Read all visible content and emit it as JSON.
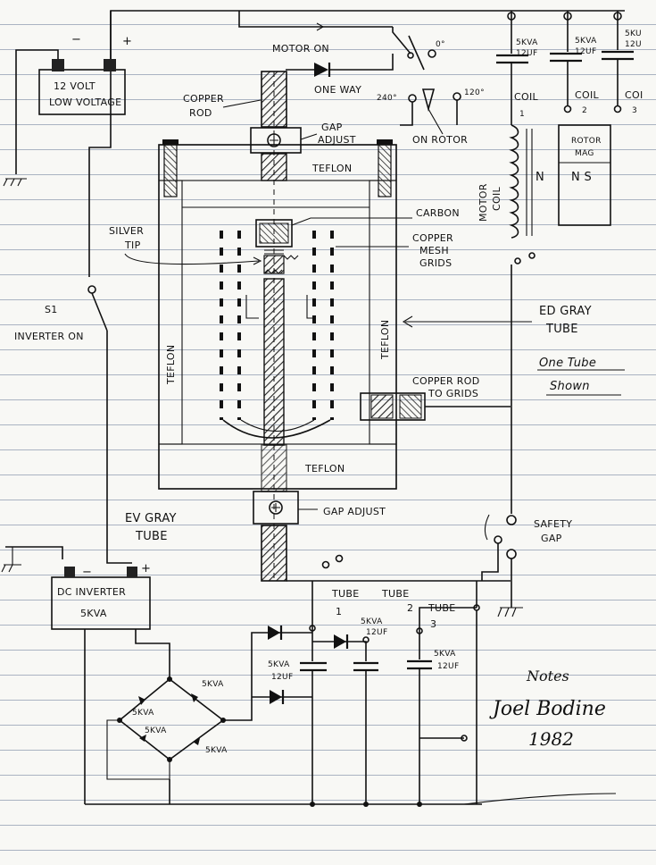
{
  "labels": {
    "minus_top": "−",
    "plus_top": "+",
    "battery_line1": "12 VOLT",
    "battery_line2": "LOW VOLTAGE",
    "motor_on": "MOTOR ON",
    "one_way": "ONE WAY",
    "deg0": "0°",
    "deg240": "240°",
    "deg120": "120°",
    "on_rotor": "ON ROTOR",
    "copper_rod_1": "COPPER",
    "copper_rod_2": "ROD",
    "gap_adjust_top_1": "GAP",
    "gap_adjust_top_2": "ADJUST",
    "teflon_top": "TEFLON",
    "carbon": "CARBON",
    "silver_tip_1": "SILVER",
    "silver_tip_2": "TIP",
    "copper_mesh_1": "COPPER",
    "copper_mesh_2": "MESH",
    "copper_mesh_3": "GRIDS",
    "s1": "S1",
    "inverter_on": "INVERTER ON",
    "teflon_left": "TEFLON",
    "teflon_right": "TEFLON",
    "ed_gray_1": "ED GRAY",
    "ed_gray_2": "TUBE",
    "one_tube_1": "One Tube",
    "one_tube_2": "Shown",
    "copper_rod_grids_1": "COPPER ROD",
    "copper_rod_grids_2": "TO GRIDS",
    "teflon_bottom": "TEFLON",
    "ev_gray_1": "EV GRAY",
    "ev_gray_2": "TUBE",
    "gap_adjust_bottom": "GAP ADJUST",
    "safety_gap_1": "SAFETY",
    "safety_gap_2": "GAP",
    "cap1_1": "5KVA",
    "cap1_2": "12UF",
    "cap2_1": "5KVA",
    "cap2_2": "12UF",
    "cap3_1": "5KU",
    "cap3_2": "12U",
    "coil1_1": "COIL",
    "coil1_2": "1",
    "coil2_1": "COIL",
    "coil2_2": "2",
    "coil3_1": "COI",
    "coil3_2": "3",
    "rotor_mag_1": "ROTOR",
    "rotor_mag_2": "MAG",
    "n": "N",
    "ns": "N S",
    "motor_coil_1": "MOTOR",
    "motor_coil_2": "COIL",
    "minus_bottom": "−",
    "plus_bottom": "+",
    "dc_inverter_1": "DC INVERTER",
    "dc_inverter_2": "5KVA",
    "tube1_1": "TUBE",
    "tube1_2": "1",
    "tube2_1": "TUBE",
    "tube2_2": "2",
    "tube3_1": "TUBE",
    "tube3_2": "3",
    "cap_t2_1": "5KVA",
    "cap_t2_2": "12UF",
    "cap_t1_1": "5KVA",
    "cap_t1_2": "12UF",
    "cap_t3_1": "5KVA",
    "cap_t3_2": "12UF",
    "d_top": "5KVA",
    "d_left": "5KVA",
    "d_mid": "5KVA",
    "d_bottom": "5KVA",
    "notes": "Notes",
    "signature": "Joel Bodine",
    "year": "1982"
  }
}
